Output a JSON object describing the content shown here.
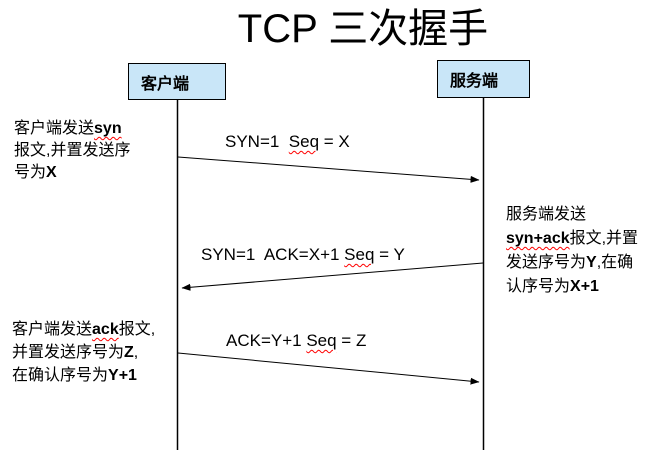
{
  "title": "TCP 三次握手",
  "colors": {
    "actor_box_fill": "#c9e6f8",
    "actor_box_border": "#000000",
    "line_color": "#000000",
    "spellcheck_squiggle": "#ff0000",
    "text_color": "#000000",
    "background": "#ffffff"
  },
  "actors": {
    "client": "客户端",
    "server": "服务端"
  },
  "messages": [
    {
      "name": "syn",
      "direction": "client-to-server",
      "pre": "SYN=1  ",
      "seq": "Seq",
      "post": " = X"
    },
    {
      "name": "syn-ack",
      "direction": "server-to-client",
      "pre": "SYN=1  ACK=X+1 ",
      "seq": "Seq",
      "post": " = Y"
    },
    {
      "name": "ack",
      "direction": "client-to-server",
      "pre": "ACK=Y+1 ",
      "seq": "Seq",
      "post": " = Z"
    }
  ],
  "annotations": {
    "client_syn": {
      "l1a": "客户端发送",
      "l1b": "syn",
      "l2": "报文,并置发送序",
      "l3a": "号为",
      "l3b": "X"
    },
    "server_synack": {
      "l1": "服务端发送",
      "l2a": "syn+ack",
      "l2b": "报文,并置",
      "l3a": "发送序号为",
      "l3b": "Y",
      "l3c": ",在确",
      "l4a": "认序号为",
      "l4b": "X+1"
    },
    "client_ack": {
      "l1a": "客户端发送",
      "l1b": "ack",
      "l1c": "报文,",
      "l2a": "并置发送序号为",
      "l2b": "Z",
      "l2c": ",",
      "l3a": "在确认序号为",
      "l3b": "Y+1"
    }
  }
}
